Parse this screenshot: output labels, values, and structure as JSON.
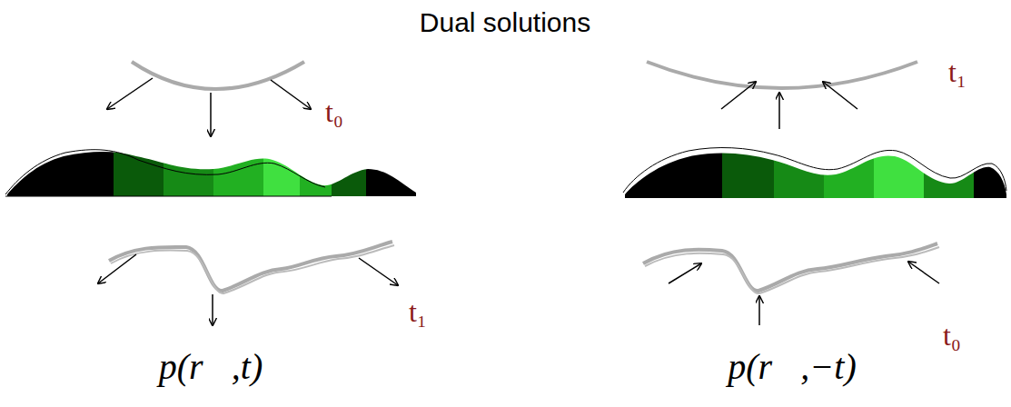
{
  "diagram": {
    "title": "Dual solutions",
    "labels": [
      "t₀",
      "t₁",
      "p(r⃗,t)",
      "t₁",
      "t₀",
      "p(r⃗,−t)"
    ]
  }
}
